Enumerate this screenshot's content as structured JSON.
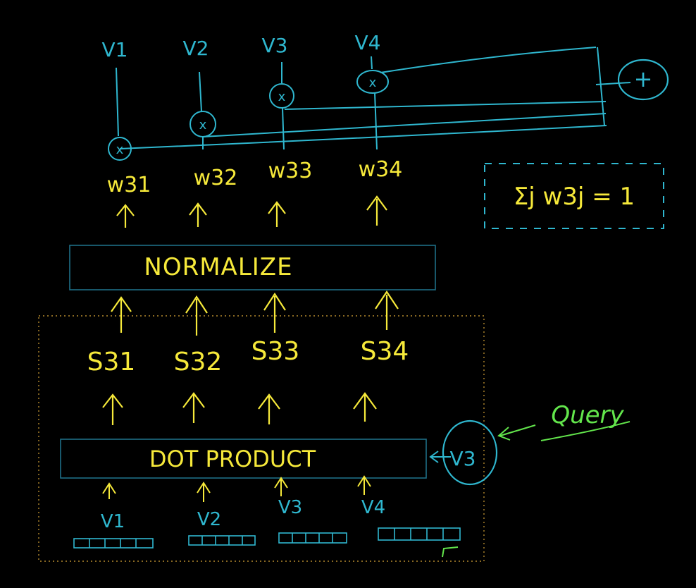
{
  "colors": {
    "background": "#000000",
    "cyan": "#2fb7cf",
    "yellow": "#f6e93a",
    "green": "#63e64c",
    "box_border": "#1f6e86",
    "dotted_border": "#b58a2e"
  },
  "top": {
    "values": [
      "V1",
      "V2",
      "V3",
      "V4"
    ],
    "multiply_symbol": "x",
    "sum_symbol": "+",
    "weights": [
      "w31",
      "w32",
      "w33",
      "w34"
    ]
  },
  "constraint": {
    "text": "Σj w3j = 1"
  },
  "normalize_box": {
    "label": "NORMALIZE"
  },
  "scores": [
    "S31",
    "S32",
    "S33",
    "S34"
  ],
  "dot_product_box": {
    "label": "DOT PRODUCT"
  },
  "query": {
    "vector": "V3",
    "annotation": "Query"
  },
  "bottom_vectors": [
    "V1",
    "V2",
    "V3",
    "V4"
  ]
}
